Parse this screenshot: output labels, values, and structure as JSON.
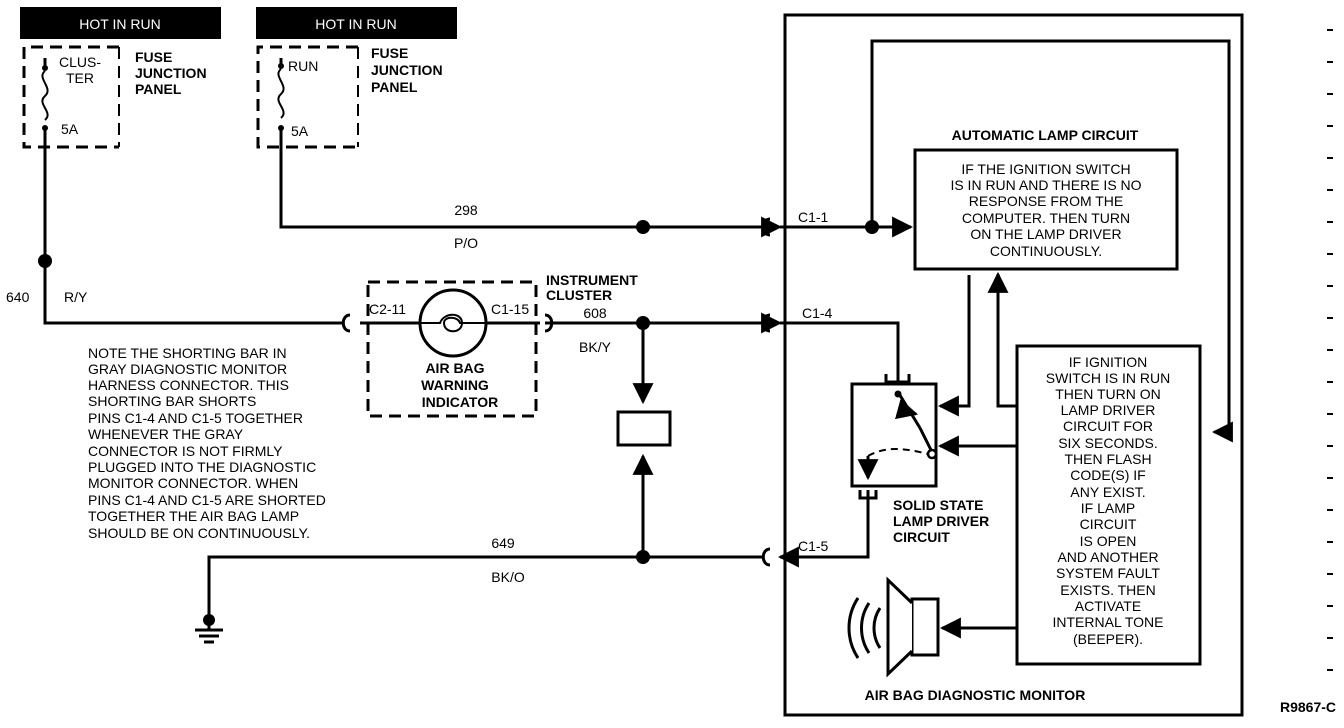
{
  "fuse_panel_1": {
    "header": "HOT IN RUN",
    "fuse_name_lines": [
      "CLUS-",
      "TER"
    ],
    "rating": "5A",
    "panel_lines": [
      "FUSE",
      "JUNCTION",
      "PANEL"
    ]
  },
  "fuse_panel_2": {
    "header": "HOT IN RUN",
    "fuse_name": "RUN",
    "rating": "5A",
    "panel_lines": [
      "FUSE",
      "JUNCTION",
      "PANEL"
    ]
  },
  "wires": {
    "w298": {
      "number": "298",
      "color": "P/O"
    },
    "w640": {
      "number": "640",
      "color": "R/Y"
    },
    "w608": {
      "number": "608",
      "color": "BK/Y"
    },
    "w649": {
      "number": "649",
      "color": "BK/O"
    }
  },
  "instrument_cluster": {
    "title_lines": [
      "INSTRUMENT",
      "CLUSTER"
    ],
    "pin_left": "C2-11",
    "pin_right": "C1-15",
    "lamp_lines": [
      "AIR BAG",
      "WARNING",
      "INDICATOR"
    ]
  },
  "note_lines": [
    "NOTE THE SHORTING BAR IN",
    "GRAY DIAGNOSTIC MONITOR",
    "HARNESS CONNECTOR. THIS",
    "SHORTING BAR SHORTS",
    "PINS C1-4 AND C1-5 TOGETHER",
    "WHENEVER THE GRAY",
    "CONNECTOR IS NOT FIRMLY",
    "PLUGGED INTO THE DIAGNOSTIC",
    "MONITOR CONNECTOR. WHEN",
    "PINS C1-4 AND C1-5 ARE SHORTED",
    "TOGETHER THE AIR BAG LAMP",
    "SHOULD BE ON CONTINUOUSLY."
  ],
  "monitor": {
    "title": "AIR BAG DIAGNOSTIC MONITOR",
    "pins": {
      "c1_1": "C1-1",
      "c1_4": "C1-4",
      "c1_5": "C1-5"
    },
    "auto_lamp_title": "AUTOMATIC LAMP CIRCUIT",
    "auto_lamp_lines": [
      "IF THE IGNITION SWITCH",
      "IS IN RUN AND THERE IS NO",
      "RESPONSE FROM THE",
      "COMPUTER. THEN TURN",
      "ON THE LAMP DRIVER",
      "CONTINUOUSLY."
    ],
    "driver_lines": [
      "SOLID STATE",
      "LAMP DRIVER",
      "CIRCUIT"
    ],
    "logic_lines": [
      "IF IGNITION",
      "SWITCH IS IN RUN",
      "THEN TURN ON",
      "LAMP DRIVER",
      "CIRCUIT FOR",
      "SIX SECONDS.",
      "THEN FLASH",
      "CODE(S) IF",
      "ANY EXIST.",
      "IF LAMP",
      "CIRCUIT",
      "IS OPEN",
      "AND ANOTHER",
      "SYSTEM FAULT",
      "EXISTS. THEN",
      "ACTIVATE",
      "INTERNAL TONE",
      "(BEEPER)."
    ]
  },
  "figure_code": "R9867-C"
}
